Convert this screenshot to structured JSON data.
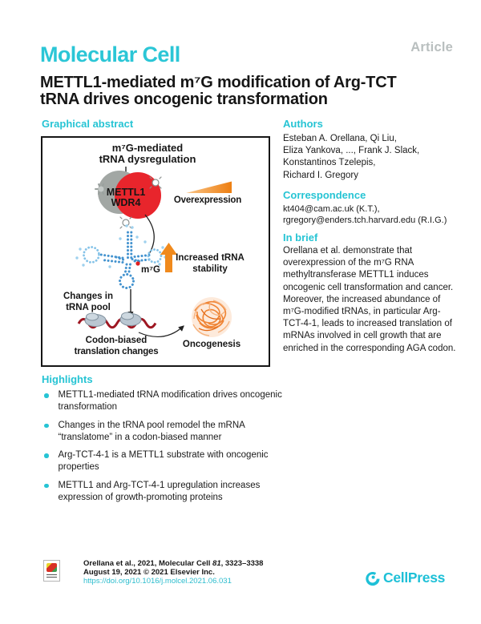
{
  "page": {
    "article_label": "Article",
    "journal": "Molecular Cell",
    "title_lines": [
      "METTL1-mediated m⁷G modification of Arg-TCT",
      "tRNA drives oncogenic transformation"
    ]
  },
  "sections": {
    "graphical_abstract": "Graphical abstract",
    "authors": "Authors",
    "correspondence": "Correspondence",
    "in_brief": "In brief",
    "highlights": "Highlights"
  },
  "authors": {
    "lines": [
      "Esteban A. Orellana, Qi Liu,",
      "Eliza Yankova, ..., Frank J. Slack,",
      "Konstantinos Tzelepis,",
      "Richard I. Gregory"
    ]
  },
  "correspondence": {
    "lines": [
      "kt404@cam.ac.uk (K.T.),",
      "rgregory@enders.tch.harvard.edu (R.I.G.)"
    ]
  },
  "in_brief": {
    "text": "Orellana et al. demonstrate that overexpression of the m⁷G RNA methyltransferase METTL1 induces oncogenic cell transformation and cancer. Moreover, the increased abundance of m⁷G-modified tRNAs, in particular Arg-TCT-4-1, leads to increased translation of mRNAs involved in cell growth that are enriched in the corresponding AGA codon."
  },
  "highlights": {
    "items": [
      "METTL1-mediated tRNA modification drives oncogenic transformation",
      "Changes in the tRNA pool remodel the mRNA “translatome” in a codon-biased manner",
      "Arg-TCT-4-1 is a METTL1 substrate with oncogenic properties",
      "METTL1 and Arg-TCT-4-1 upregulation increases expression of growth-promoting proteins"
    ]
  },
  "figure": {
    "heading_line1": "m⁷G-mediated",
    "heading_line2": "tRNA dysregulation",
    "enzyme_line1": "METTL1",
    "enzyme_line2": "WDR4",
    "overexpression_label": "Overexpression",
    "m7g_label": "m⁷G",
    "stability_line1": "Increased tRNA",
    "stability_line2": "stability",
    "pool_line1": "Changes in",
    "pool_line2": "tRNA pool",
    "codon_line1": "Codon-biased",
    "codon_line2": "translation changes",
    "oncogenesis_label": "Oncogenesis"
  },
  "footer": {
    "citation_pre": "Orellana et al., 2021, Molecular Cell ",
    "citation_volume": "81",
    "citation_pages": ", 3323–3338",
    "citation_line2": "August 19, 2021 © 2021 Elsevier Inc.",
    "doi": "https://doi.org/10.1016/j.molcel.2021.06.031",
    "publisher": "CellPress"
  },
  "colors": {
    "brand_teal": "#26c4d4",
    "article_gray": "#b9bfbf",
    "mettl1_red": "#e8252c",
    "wdr4_gray": "#a2a7a4",
    "orange_accent": "#f08a1d",
    "mrna_red": "#9e1722",
    "trna_blue": "#4493cf",
    "ribosome_gray_blue": "#bac7d2"
  }
}
